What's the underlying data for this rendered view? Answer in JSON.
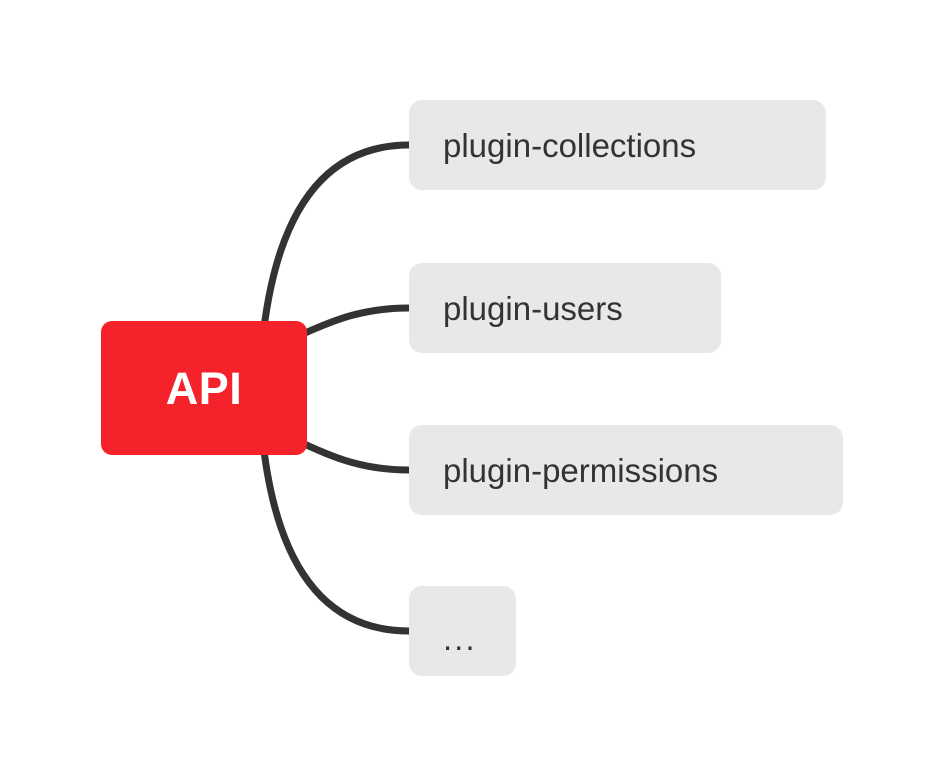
{
  "diagram": {
    "type": "mind-map",
    "background_color": "#FFFFFF",
    "root": {
      "label": "API",
      "fill_color": "#F5222B",
      "text_color": "#FFFFFF"
    },
    "child_style": {
      "fill_color": "#E8E8E8",
      "text_color": "#333333"
    },
    "connector": {
      "color": "#333333",
      "width": 7
    },
    "children": [
      {
        "label": "plugin-collections"
      },
      {
        "label": "plugin-users"
      },
      {
        "label": "plugin-permissions"
      },
      {
        "label": "..."
      }
    ]
  }
}
